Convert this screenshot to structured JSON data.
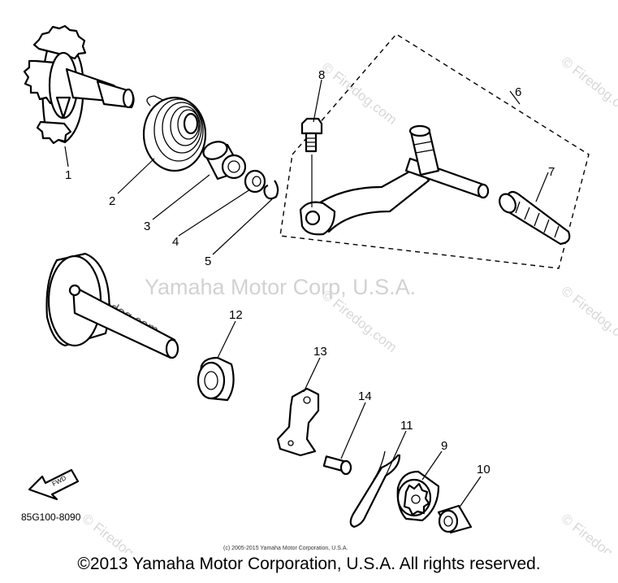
{
  "callouts": [
    {
      "n": "1"
    },
    {
      "n": "2"
    },
    {
      "n": "3"
    },
    {
      "n": "4"
    },
    {
      "n": "5"
    },
    {
      "n": "6"
    },
    {
      "n": "7"
    },
    {
      "n": "8"
    },
    {
      "n": "9"
    },
    {
      "n": "10"
    },
    {
      "n": "11"
    },
    {
      "n": "12"
    },
    {
      "n": "13"
    },
    {
      "n": "14"
    }
  ],
  "watermark": {
    "main": "Yamaha Motor Corp, U.S.A.",
    "site": "Firedog.com",
    "site_alt": "© Firedog.com"
  },
  "fwd_label": "FWD",
  "diagram_code": "85G100-8090",
  "small_copyright": "(c) 2005-2015 Yamaha Motor Corporation, U.S.A.",
  "copyright": "©2013 Yamaha Motor Corporation, U.S.A. All rights reserved."
}
